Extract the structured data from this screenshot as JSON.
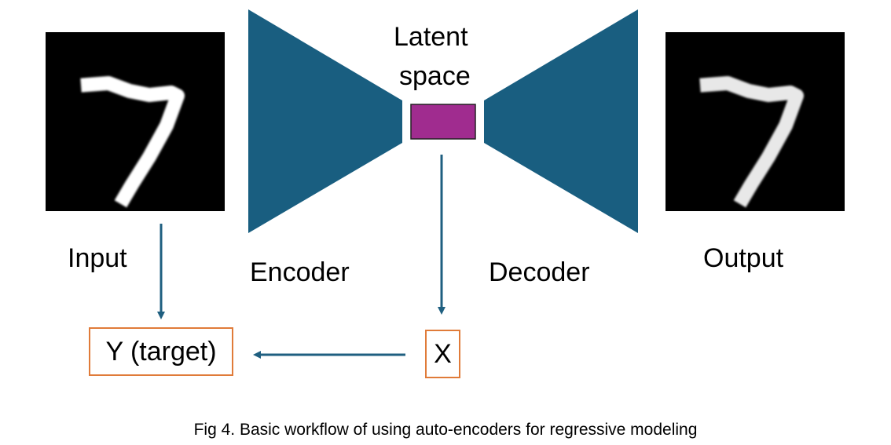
{
  "labels": {
    "latent": [
      "Latent",
      "space"
    ],
    "input": "Input",
    "encoder": "Encoder",
    "decoder": "Decoder",
    "output": "Output",
    "target": "Y (target)",
    "x": "X"
  },
  "digit_glyph": "7",
  "caption": "Fig 4. Basic workflow of using auto-encoders for regressive modeling",
  "colors": {
    "encoder_decoder": "#195e80",
    "latent": "#a02c8f",
    "arrow": "#1f5f80",
    "box_border": "#e07b39",
    "image_bg": "#000000",
    "digit": "#ffffff"
  }
}
